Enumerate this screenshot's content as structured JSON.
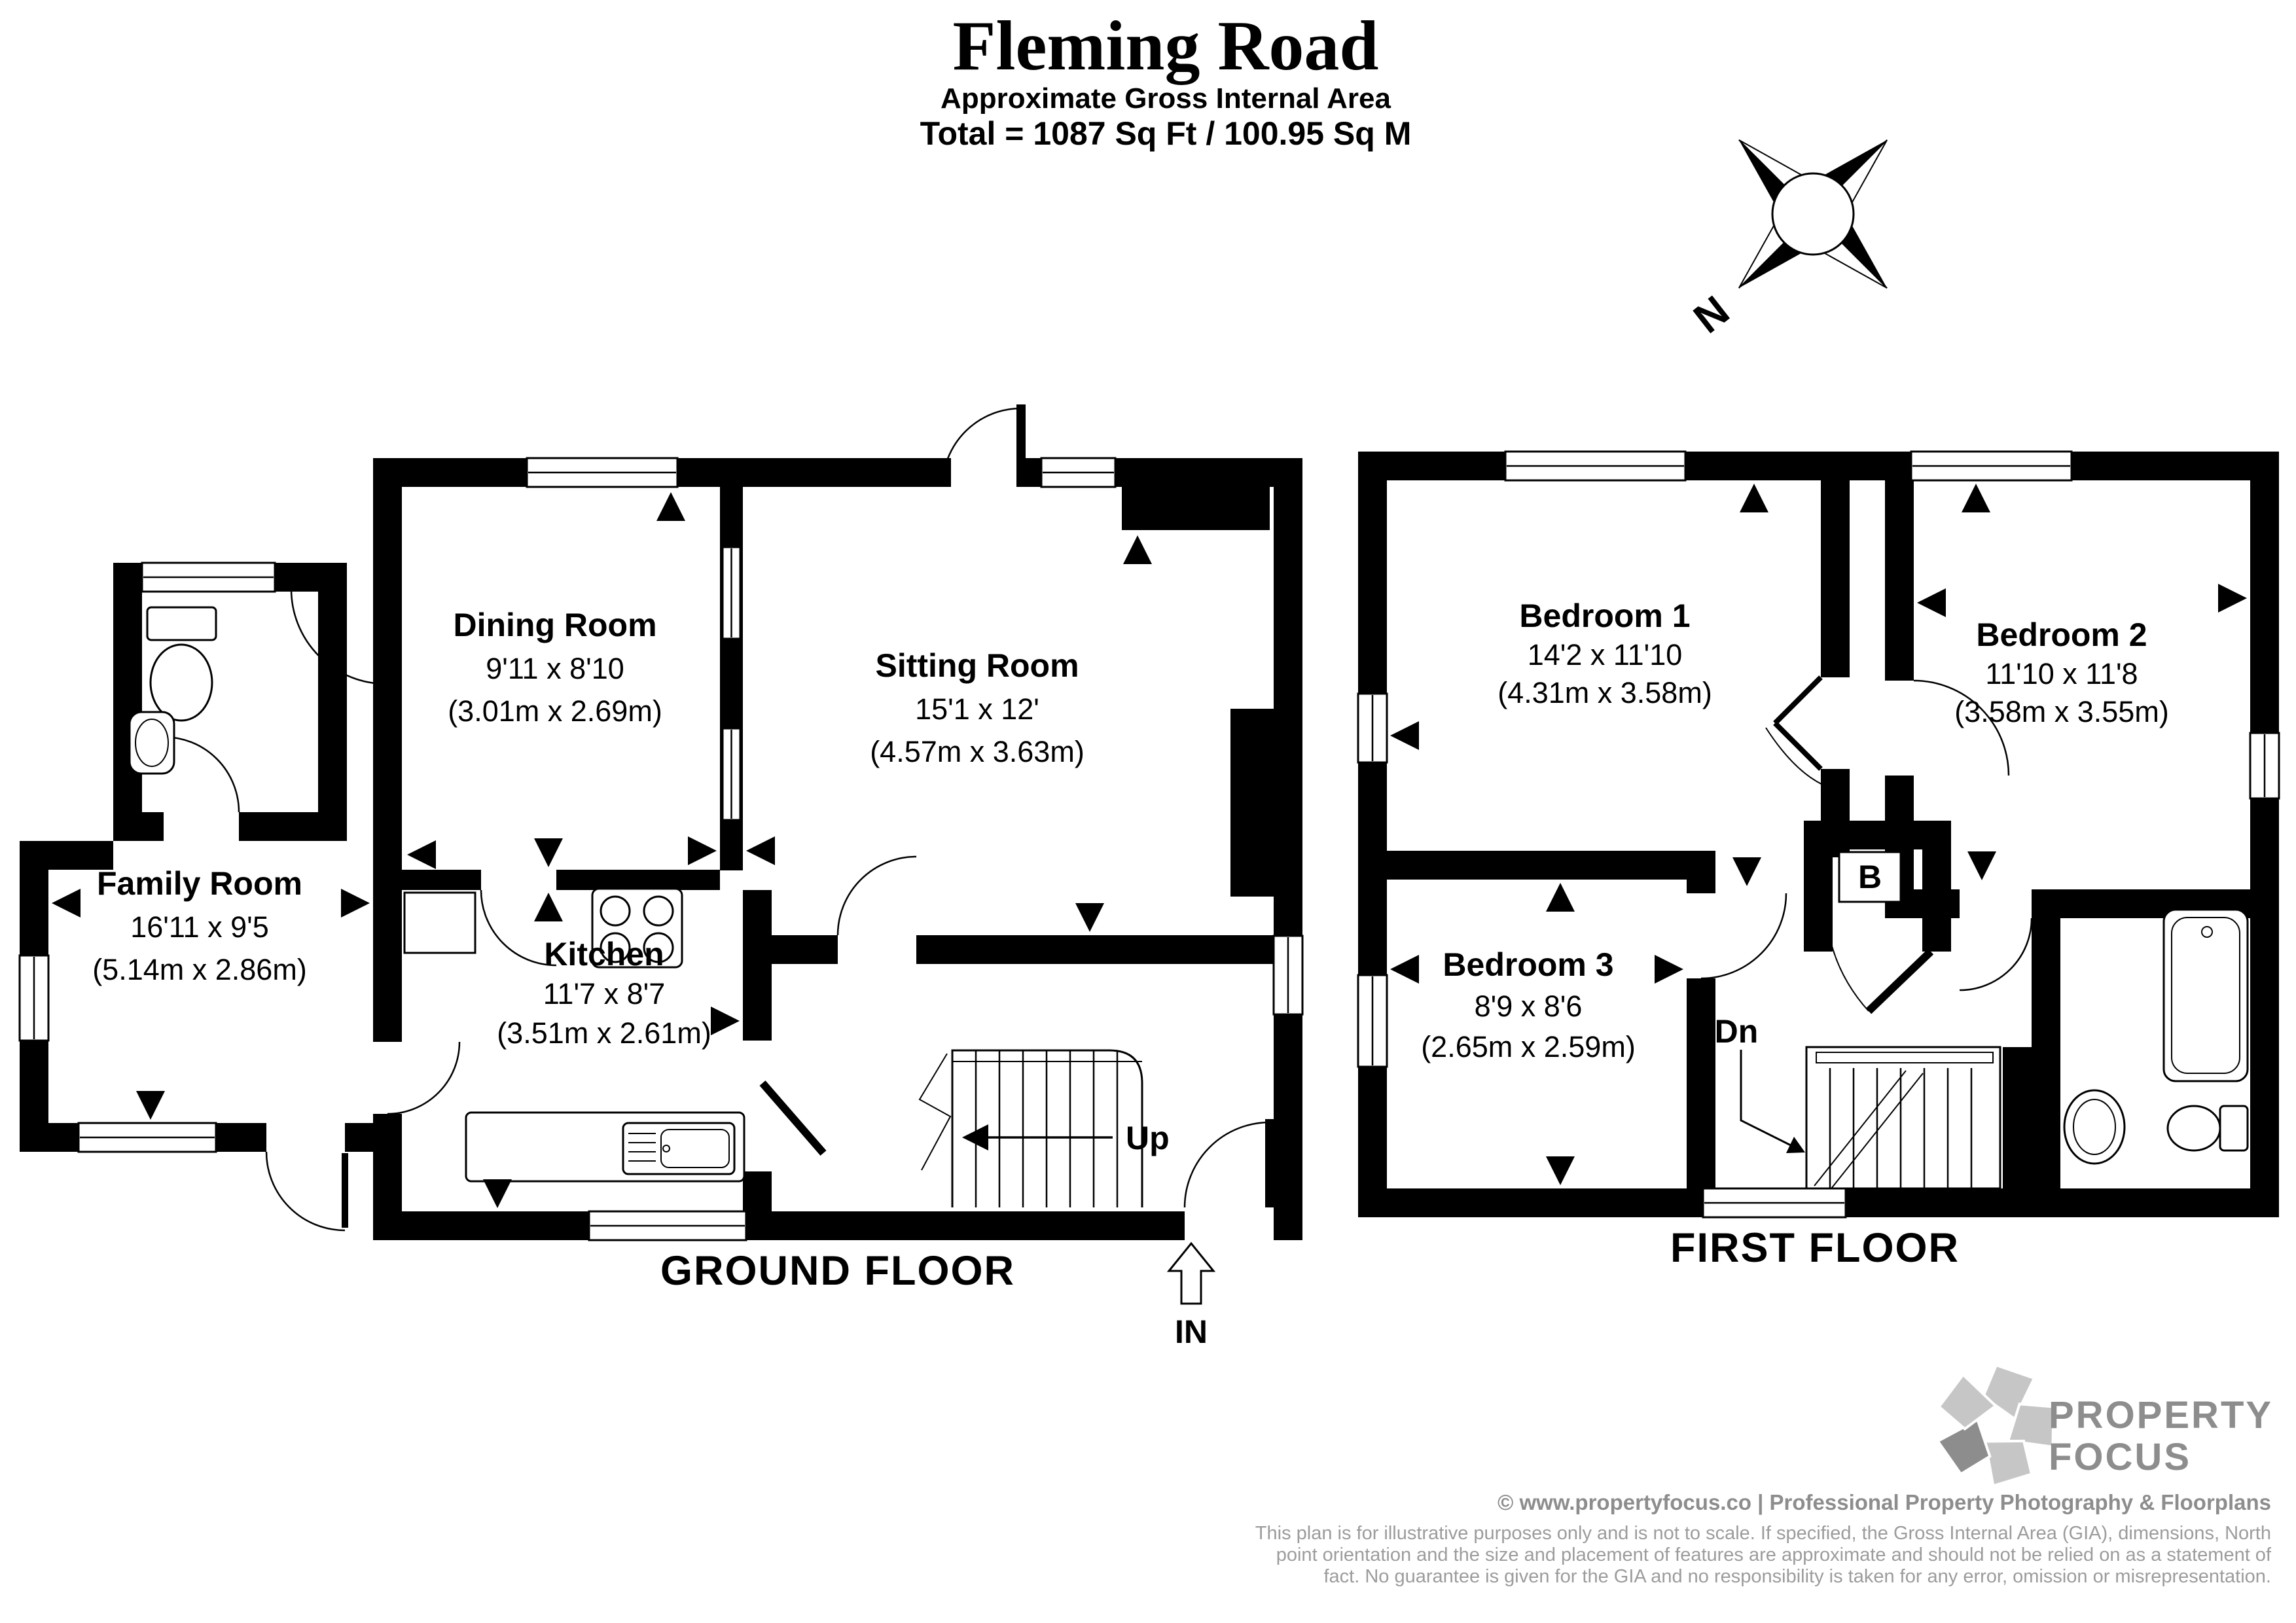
{
  "title": {
    "property_name": "Fleming Road",
    "subtitle": "Approximate Gross Internal Area",
    "total_area": "Total = 1087 Sq Ft / 100.95 Sq M"
  },
  "compass": {
    "north_label": "N"
  },
  "ground_floor": {
    "label": "GROUND FLOOR",
    "entrance_label": "IN",
    "stairs_label": "Up",
    "rooms": [
      {
        "name": "Family Room",
        "size_imperial": "16'11 x 9'5",
        "size_metric": "(5.14m x 2.86m)"
      },
      {
        "name": "Dining Room",
        "size_imperial": "9'11 x 8'10",
        "size_metric": "(3.01m x 2.69m)"
      },
      {
        "name": "Sitting Room",
        "size_imperial": "15'1 x 12'",
        "size_metric": "(4.57m x 3.63m)"
      },
      {
        "name": "Kitchen",
        "size_imperial": "11'7 x 8'7",
        "size_metric": "(3.51m x 2.61m)"
      }
    ]
  },
  "first_floor": {
    "label": "FIRST FLOOR",
    "stairs_label": "Dn",
    "cupboard_label": "B",
    "rooms": [
      {
        "name": "Bedroom 1",
        "size_imperial": "14'2 x 11'10",
        "size_metric": "(4.31m x 3.58m)"
      },
      {
        "name": "Bedroom 2",
        "size_imperial": "11'10 x 11'8",
        "size_metric": "(3.58m x 3.55m)"
      },
      {
        "name": "Bedroom 3",
        "size_imperial": "8'9 x 8'6",
        "size_metric": "(2.65m x 2.59m)"
      }
    ]
  },
  "branding": {
    "logo_text_line1": "PROPERTY",
    "logo_text_line2": "FOCUS",
    "copyright_line": "© www.propertyfocus.co | Professional Property Photography & Floorplans",
    "disclaimer_line1": "This plan is for illustrative purposes only and is not to scale. If specified, the Gross Internal Area (GIA), dimensions, North",
    "disclaimer_line2": "point orientation and the size and placement of features are approximate and should not be relied on as a statement of",
    "disclaimer_line3": "fact. No guarantee is given for the GIA and no responsibility is taken for any error, omission or misrepresentation."
  },
  "colors": {
    "wall_color": "#000000",
    "background": "#ffffff",
    "logo_grey": "#8d8d8d",
    "logo_light_grey": "#c6c6c6",
    "footer_text_grey": "#9c9c9c"
  }
}
